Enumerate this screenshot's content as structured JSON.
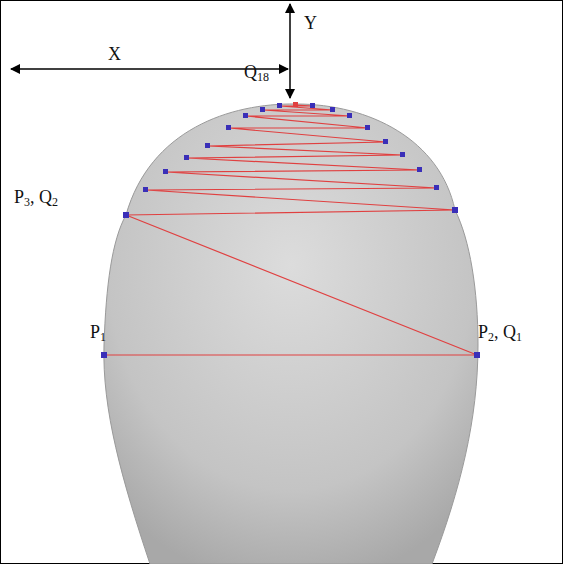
{
  "diagram": {
    "labels": [
      "X",
      "Y",
      "Q18",
      "P3, Q2",
      "P1",
      "P2, Q1"
    ]
  }
}
